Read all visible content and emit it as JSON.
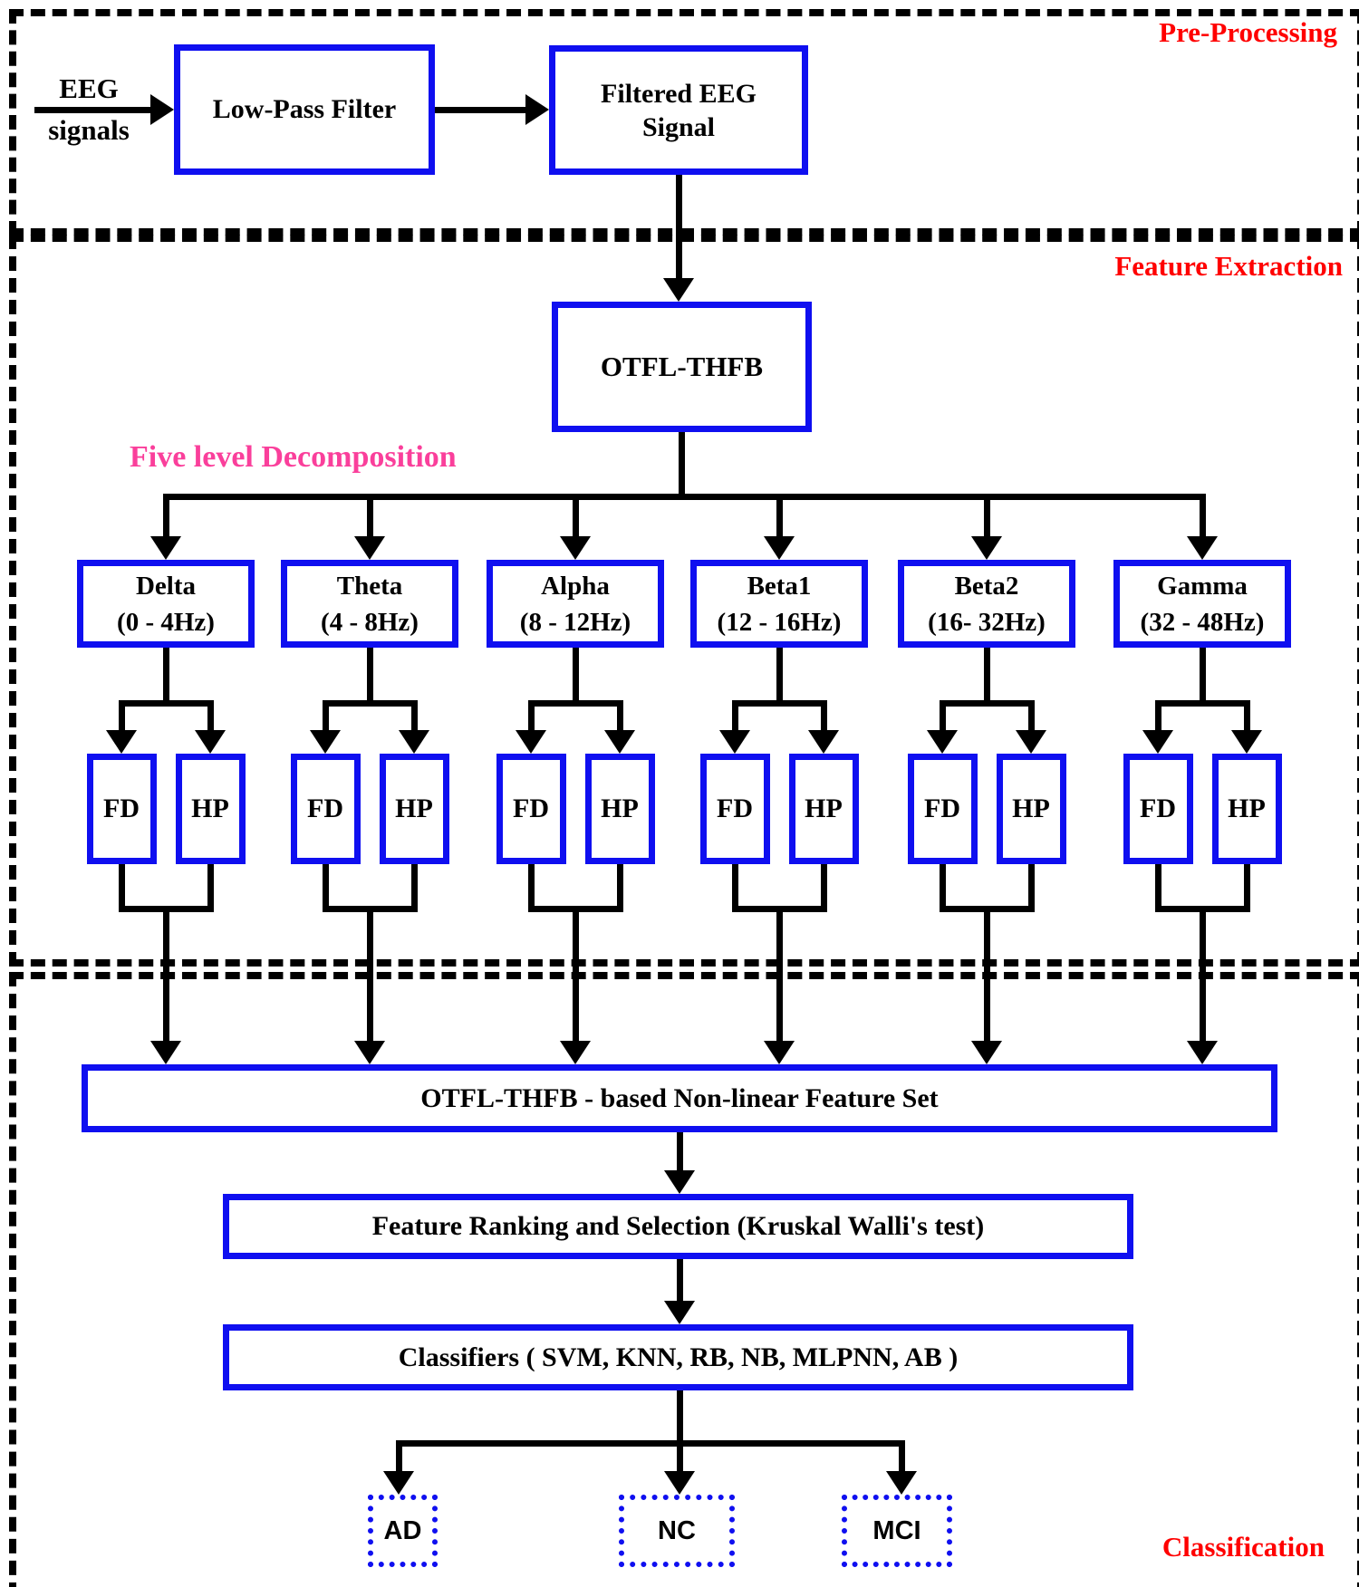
{
  "sections": {
    "pre_processing": {
      "label": "Pre-Processing"
    },
    "feature_extraction": {
      "label": "Feature Extraction"
    },
    "classification": {
      "label": "Classification"
    }
  },
  "pre": {
    "input_line1": "EEG",
    "input_line2": "signals",
    "lowpass_label": "Low-Pass Filter",
    "filtered_line1": "Filtered EEG",
    "filtered_line2": "Signal"
  },
  "feature": {
    "otfl_label": "OTFL-THFB",
    "decomposition_label": "Five level Decomposition",
    "bands": [
      {
        "name": "Delta",
        "range": "(0 - 4Hz)"
      },
      {
        "name": "Theta",
        "range": "(4 - 8Hz)"
      },
      {
        "name": "Alpha",
        "range": "(8 - 12Hz)"
      },
      {
        "name": "Beta1",
        "range": "(12 - 16Hz)"
      },
      {
        "name": "Beta2",
        "range": "(16- 32Hz)"
      },
      {
        "name": "Gamma",
        "range": "(32 - 48Hz)"
      }
    ],
    "fd_label": "FD",
    "hp_label": "HP"
  },
  "classify": {
    "feature_set_label": "OTFL-THFB - based Non-linear Feature Set",
    "ranking_label": "Feature Ranking and Selection (Kruskal Walli's test)",
    "classifiers_label": "Classifiers ( SVM, KNN, RB, NB, MLPNN, AB )",
    "outputs": [
      {
        "label": "AD"
      },
      {
        "label": "NC"
      },
      {
        "label": "MCI"
      }
    ]
  },
  "colors": {
    "box_border": "#0f0ff0",
    "section_label": "#ff0000",
    "decomposition_label": "#fa3f9b",
    "line": "#000000"
  }
}
